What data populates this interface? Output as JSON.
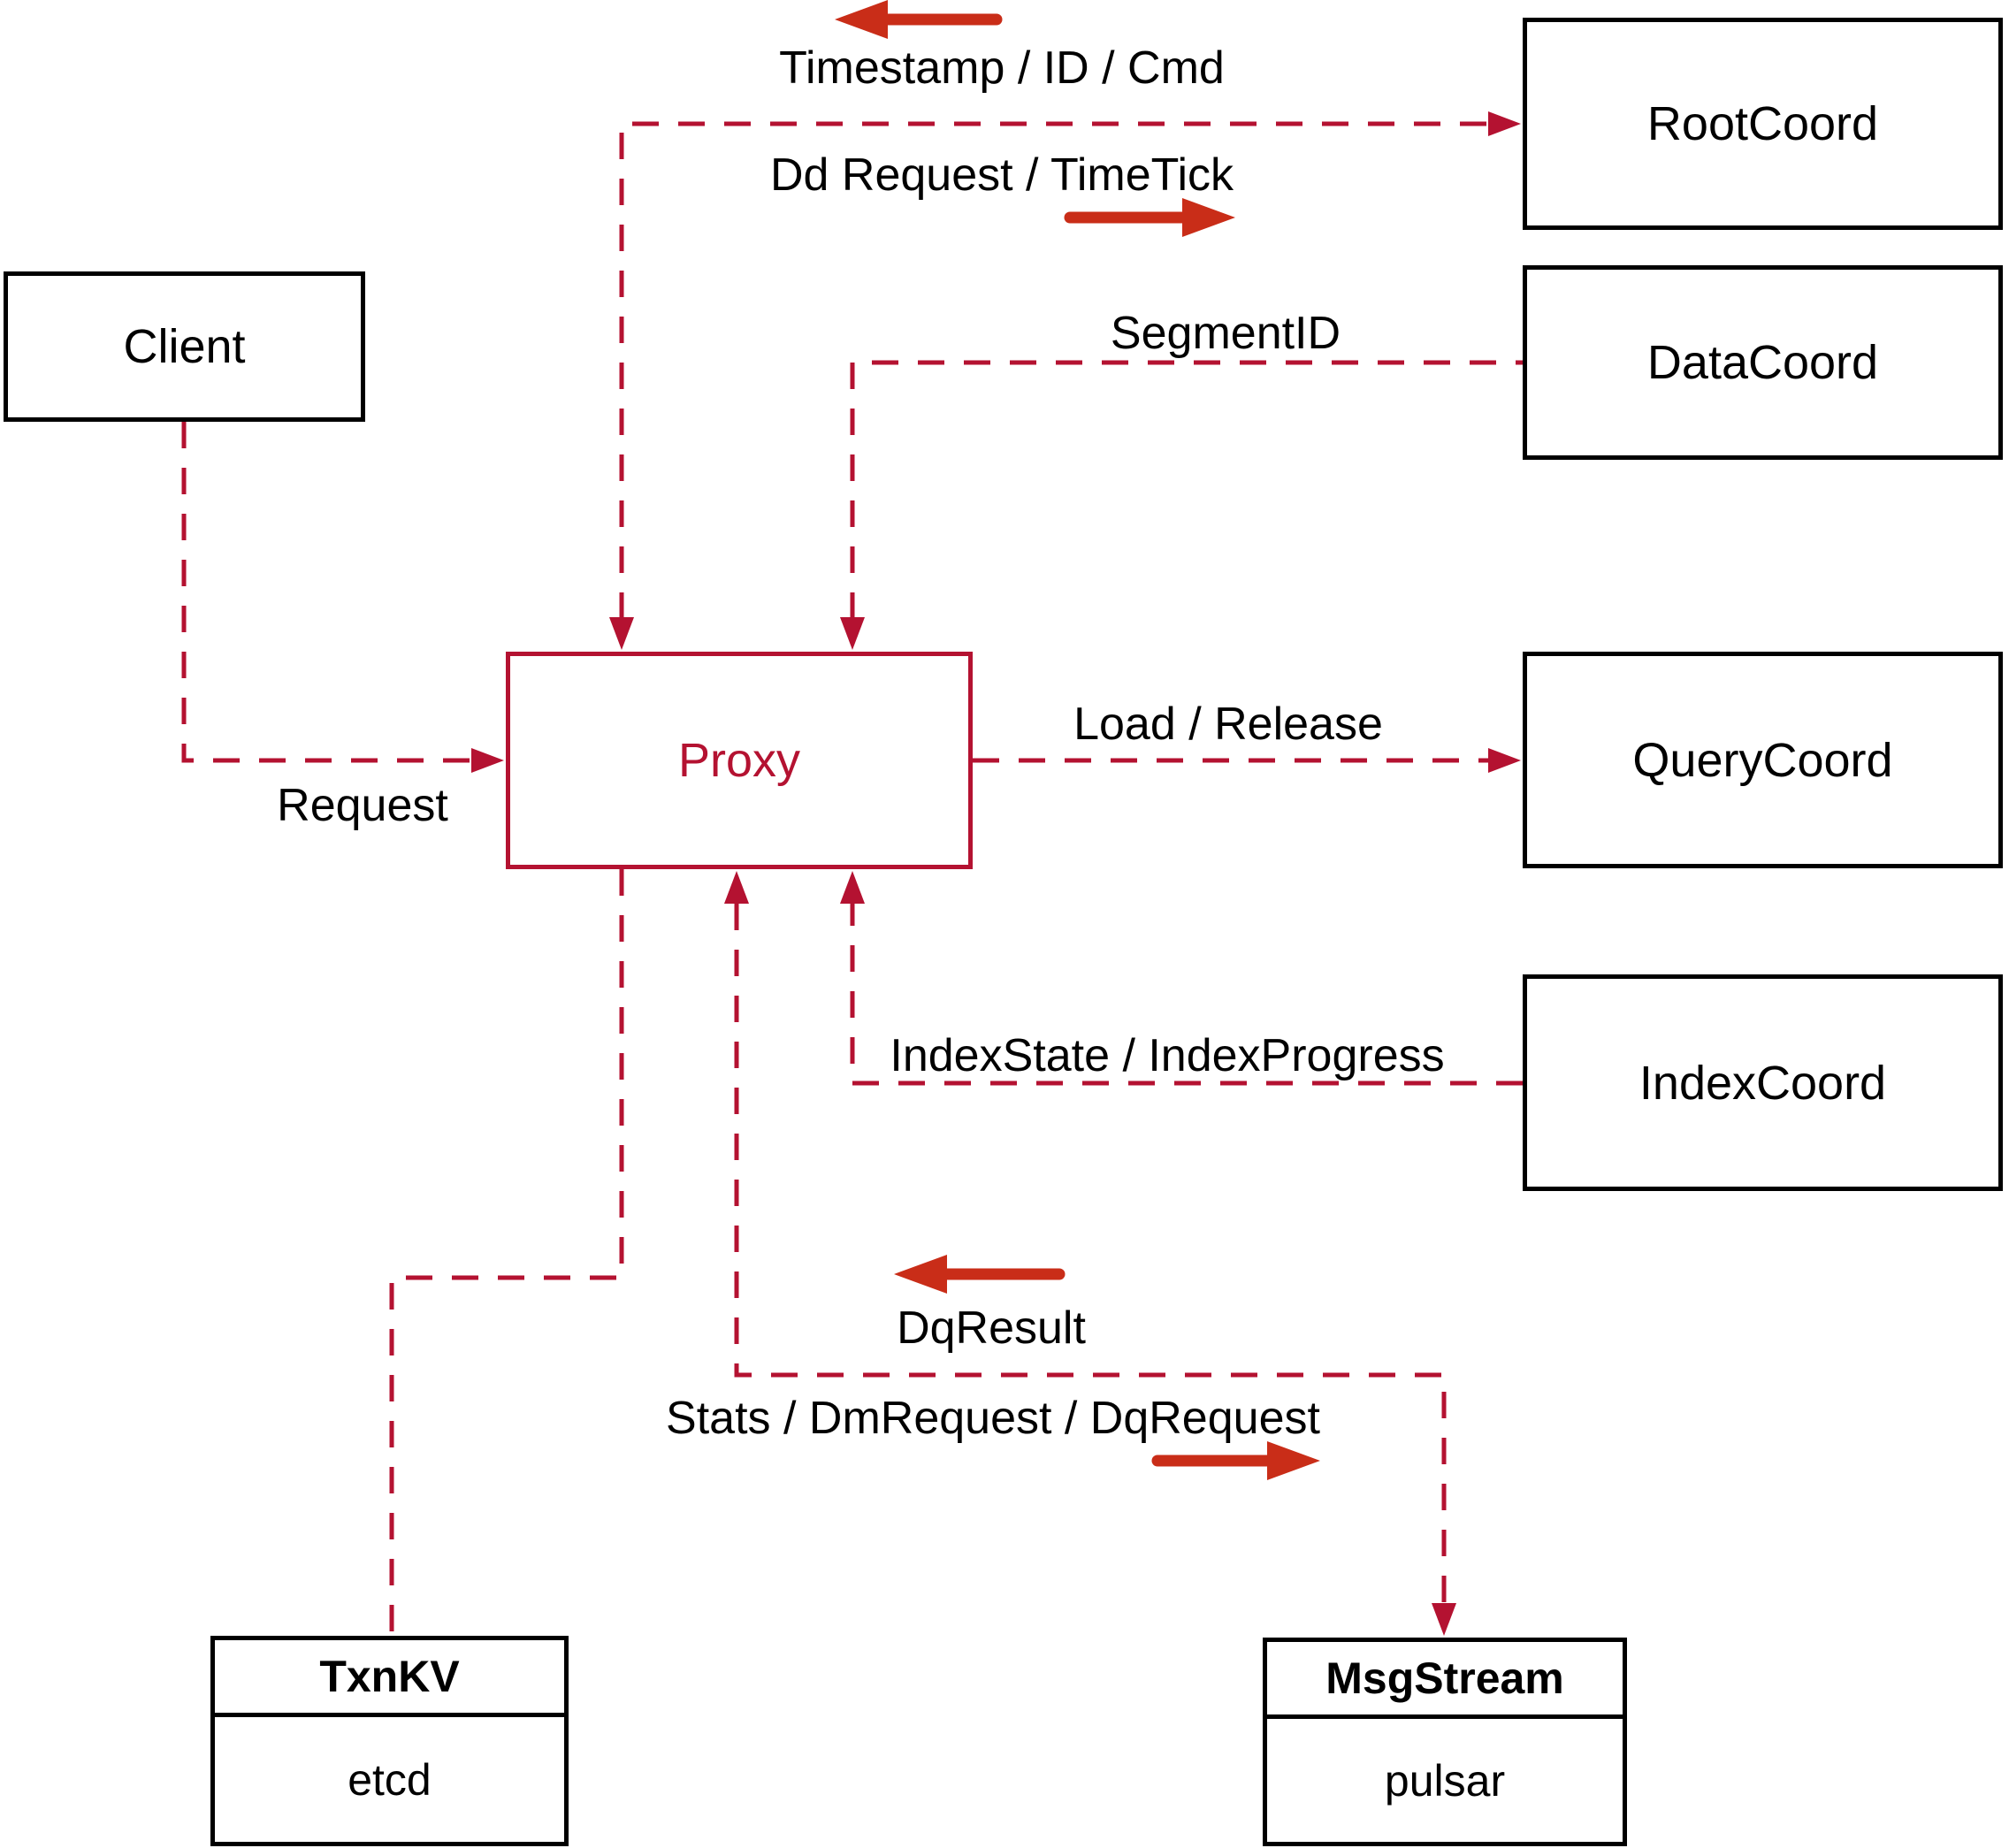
{
  "diagram": {
    "nodes": {
      "client": {
        "label": "Client"
      },
      "root_coord": {
        "label": "RootCoord"
      },
      "data_coord": {
        "label": "DataCoord"
      },
      "query_coord": {
        "label": "QueryCoord"
      },
      "index_coord": {
        "label": "IndexCoord"
      },
      "proxy": {
        "label": "Proxy"
      },
      "txn_kv": {
        "title": "TxnKV",
        "subtitle": "etcd"
      },
      "msg_stream": {
        "title": "MsgStream",
        "subtitle": "pulsar"
      }
    },
    "edge_labels": {
      "timestamp_id_cmd": "Timestamp / ID / Cmd",
      "dd_request_timetick": "Dd Request / TimeTick",
      "segment_id": "SegmentID",
      "request": "Request",
      "load_release": "Load / Release",
      "index_state_progress": "IndexState / IndexProgress",
      "dq_result": "DqResult",
      "stats_dm_dq": "Stats / DmRequest / DqRequest"
    },
    "colors": {
      "connector_red": "#b41231",
      "annotation_red": "#c92d18",
      "node_border": "#000000",
      "text": "#000000",
      "background": "#ffffff"
    }
  }
}
